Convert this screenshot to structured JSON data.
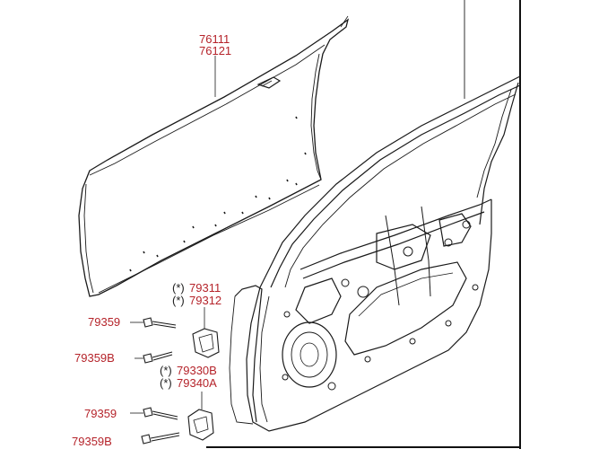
{
  "labels": {
    "door_panel_a": "76111",
    "door_panel_b": "76121",
    "upper_hinge_a": "79311",
    "upper_hinge_b": "79312",
    "upper_hinge_marker_a": "(*)",
    "upper_hinge_marker_b": "(*)",
    "lower_hinge_a": "79330B",
    "lower_hinge_b": "79340A",
    "lower_hinge_marker_a": "(*)",
    "lower_hinge_marker_b": "(*)",
    "bolt_upper_1": "79359",
    "bolt_upper_2": "79359B",
    "bolt_lower_1": "79359",
    "bolt_lower_2": "79359B"
  },
  "colors": {
    "part_number": "#b5232a",
    "linework": "#1a1a1a",
    "background": "#ffffff"
  }
}
